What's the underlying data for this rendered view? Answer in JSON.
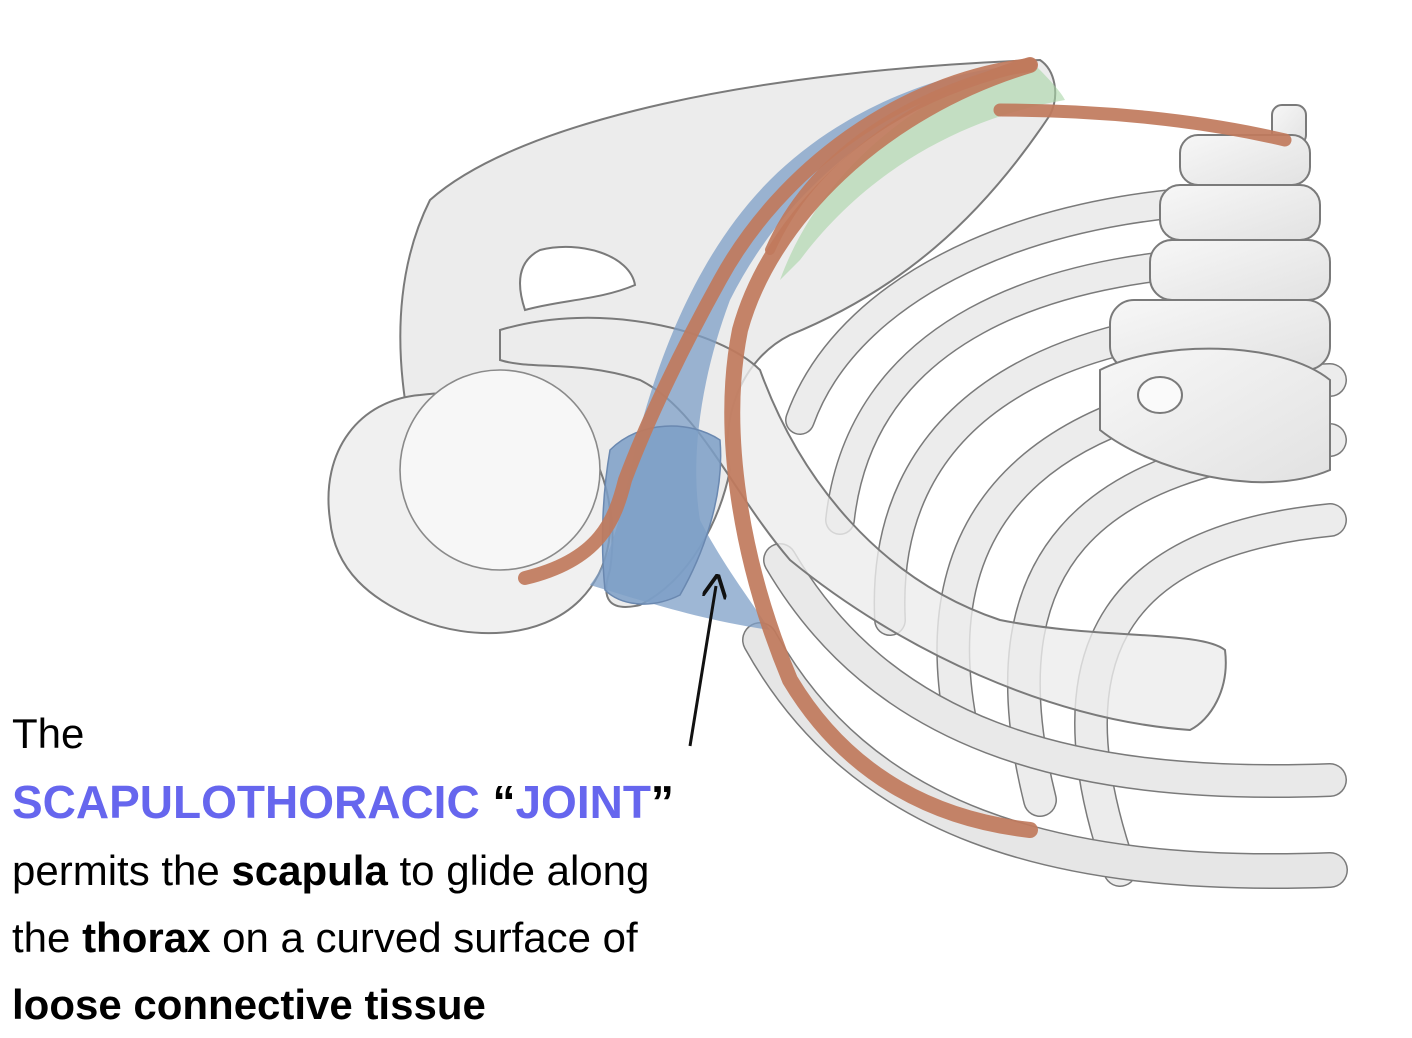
{
  "caption": {
    "intro": "The",
    "term": "SCAPULOTHORACIC",
    "open_quote": "“",
    "term2": "JOINT",
    "close_quote": "”",
    "line1_a": "permits the ",
    "line1_b": "scapula",
    "line1_c": " to glide along",
    "line2_a": "the ",
    "line2_b": "thorax",
    "line2_c": " on a curved surface of",
    "line3": "loose connective tissue"
  },
  "colors": {
    "accent": "#6666ee",
    "muscle": "#c07a5c",
    "tissue_blue": "#7d9fc7",
    "tissue_green": "#a9d6a6",
    "bone_fill": "#eeeeee",
    "bone_outline": "#7a7a7a"
  },
  "icons": {
    "pointer": "arrow-up-icon"
  }
}
